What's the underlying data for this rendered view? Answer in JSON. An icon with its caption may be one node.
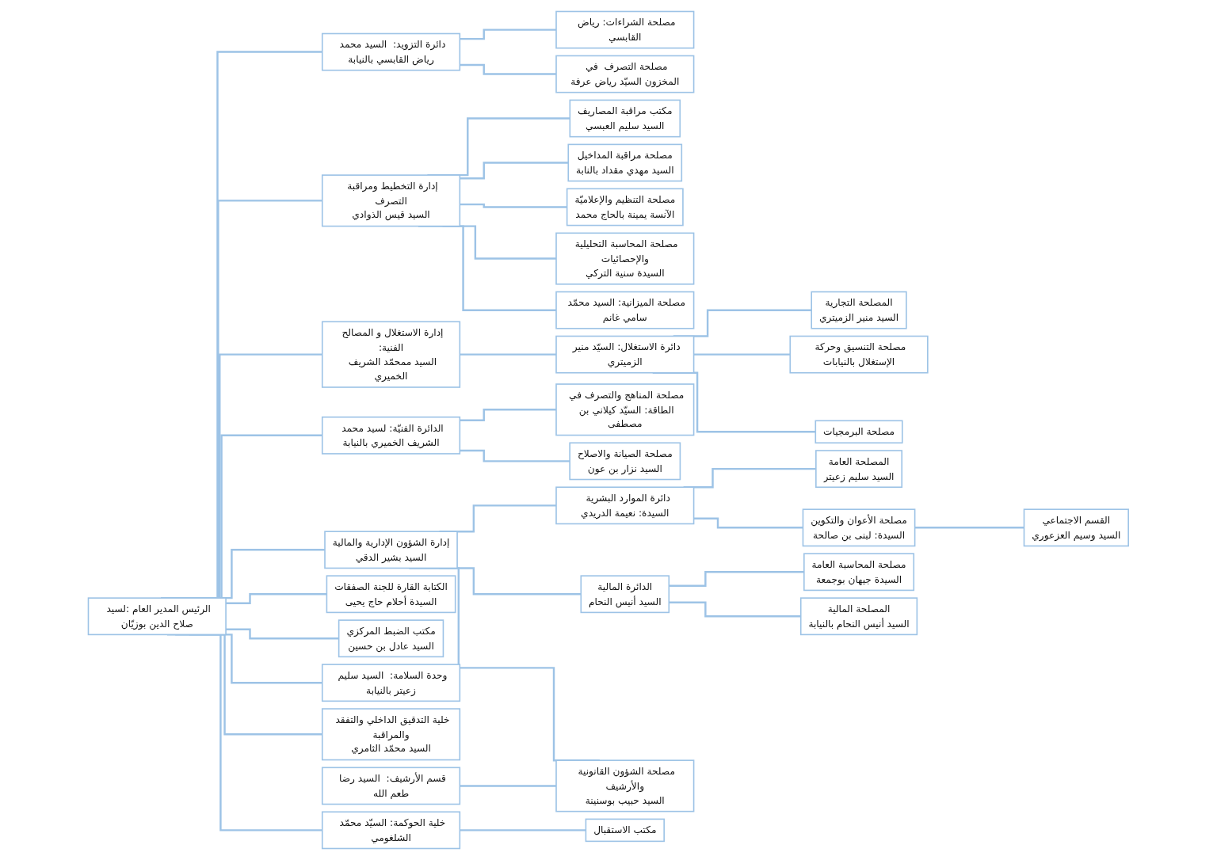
{
  "diagram": {
    "nodes": [
      {
        "text": [
          "الرئيس المدير العام :لسيد صلاح الدين بوزيّان"
        ]
      },
      {
        "text": [
          "خلية الحوكمة: السيّد محمّد الشلغومي"
        ]
      },
      {
        "text": [
          "مكتب الاستقبال"
        ]
      },
      {
        "text": [
          "خلية التدقيق الداخلي والتفقد والمراقبة",
          "السيد محمّد الثامري"
        ]
      },
      {
        "text": [
          "وحدة السلامة:  السيد سليم زعيتر بالنيابة"
        ]
      },
      {
        "text": [
          "مكتب الضبط المركزي",
          "السيد عادل بن حسين"
        ]
      },
      {
        "text": [
          "الكتابة القارة للجنة الصفقات",
          "السيدة أحلام حاج يحيى"
        ]
      },
      {
        "text": [
          "إدارة الشؤون الإدارية والمالية",
          "السيد بشير الدقي"
        ]
      },
      {
        "text": [
          "إدارة الاستغلال و المصالح الفنية:",
          "السيد ممحمّد الشريف الخميري"
        ]
      },
      {
        "text": [
          "إدارة التخطيط ومراقبة التصرف",
          "السيد قيس الذوادي"
        ]
      },
      {
        "text": [
          "دائرة التزويد:  السيد محمد رياض القابسي بالنيابة"
        ]
      },
      {
        "text": [
          "قسم الأرشيف:  السيد رضا طعم الله"
        ]
      },
      {
        "text": [
          "مصلحة الشؤون القانونية والأرشيف",
          "السيد حبيب بوسنينة"
        ]
      },
      {
        "text": [
          "الدائرة الفنيّة: لسيد محمد الشريف الخميري بالنيابة"
        ]
      },
      {
        "text": [
          "دائرة الاستغلال: السيّد منير الزميتري"
        ]
      },
      {
        "text": [
          "مصلحة الميزانية: السيد محمّد سامي غانم"
        ]
      },
      {
        "text": [
          "مصلحة التصرف  في المخزون السيّد رياض عرفة"
        ]
      },
      {
        "text": [
          "مصلحة المحاسبة التحليلية والإحصائيات",
          "السيدة سنية التركي"
        ]
      },
      {
        "text": [
          "مصلحة الشراءات: رياض القابسي"
        ]
      },
      {
        "text": [
          "الدائرة المالية",
          "السيد أنيس النحام"
        ]
      },
      {
        "text": [
          "دائرة الموارد البشرية  السيدة: نعيمة الدريدي"
        ]
      },
      {
        "text": [
          "مصلحة الصيانة والاصلاح",
          "السيد نزار بن عون"
        ]
      },
      {
        "text": [
          "مصلحة المناهج والتصرف في الطاقة: السيّد كيلاني بن مصطفى"
        ]
      },
      {
        "text": [
          "مصلحة البرمجيات"
        ]
      },
      {
        "text": [
          "مصلحة التنظيم والإعلاميّة",
          "الآنسة يمينة بالحاج محمد"
        ]
      },
      {
        "text": [
          "المصلحة المالية",
          "السيد أنيس النحام بالنيابة"
        ]
      },
      {
        "text": [
          "مصلحة الأعوان والتكوين",
          "السيدة: لبنى بن صالحة"
        ]
      },
      {
        "text": [
          "مصلحة التنسيق وحركة الإستغلال بالنيابات"
        ]
      },
      {
        "text": [
          "مصلحة مراقبة المداخيل",
          "السيد مهدي مقداد بالنابة"
        ]
      },
      {
        "text": [
          "مصلحة المحاسبة العامة",
          "السيدة جيهان بوجمعة"
        ]
      },
      {
        "text": [
          "المصلحة العامة",
          "السيد سليم زعيتر"
        ]
      },
      {
        "text": [
          "المصلحة التجارية",
          "السيد منير الزميتري"
        ]
      },
      {
        "text": [
          "مكتب مراقبة المصاريف",
          "السيد سليم العبسي"
        ]
      },
      {
        "text": [
          "القسم الاجتماعي",
          "السيد وسيم العزعوري"
        ]
      }
    ],
    "edges": [
      {
        "from": 0,
        "to": 1,
        "arrow": "none"
      },
      {
        "from": 1,
        "to": 2,
        "arrow": "none"
      },
      {
        "from": 0,
        "to": 3,
        "arrow": "none"
      },
      {
        "from": 0,
        "to": 4,
        "arrow": "none"
      },
      {
        "from": 0,
        "to": 5,
        "arrow": "none"
      },
      {
        "from": 0,
        "to": 6,
        "arrow": "none"
      },
      {
        "from": 0,
        "to": 7,
        "arrow": "none"
      },
      {
        "from": 0,
        "to": 13,
        "arrow": "none"
      },
      {
        "from": 0,
        "to": 8,
        "arrow": "none"
      },
      {
        "from": 0,
        "to": 9,
        "arrow": "none"
      },
      {
        "from": 0,
        "to": 10,
        "arrow": "none"
      },
      {
        "from": 7,
        "to": 12,
        "arrow": "none"
      },
      {
        "from": 11,
        "to": 12,
        "arrow": "none"
      },
      {
        "from": 7,
        "to": 19,
        "arrow": "none"
      },
      {
        "from": 7,
        "to": 20,
        "arrow": "none"
      },
      {
        "from": 8,
        "to": 14,
        "arrow": "none"
      },
      {
        "from": 9,
        "to": 15,
        "arrow": "none"
      },
      {
        "from": 9,
        "to": 17,
        "arrow": "none"
      },
      {
        "from": 9,
        "to": 24,
        "arrow": "none"
      },
      {
        "from": 9,
        "to": 28,
        "arrow": "none"
      },
      {
        "from": 9,
        "to": 32,
        "arrow": "none"
      },
      {
        "from": 10,
        "to": 16,
        "arrow": "none"
      },
      {
        "from": 10,
        "to": 18,
        "arrow": "none"
      },
      {
        "from": 13,
        "to": 21,
        "arrow": "none"
      },
      {
        "from": 13,
        "to": 22,
        "arrow": "none"
      },
      {
        "from": 14,
        "to": 23,
        "arrow": "none"
      },
      {
        "from": 14,
        "to": 27,
        "arrow": "none"
      },
      {
        "from": 14,
        "to": 31,
        "arrow": "none"
      },
      {
        "from": 19,
        "to": 25,
        "arrow": "none"
      },
      {
        "from": 19,
        "to": 29,
        "arrow": "none"
      },
      {
        "from": 20,
        "to": 26,
        "arrow": "none"
      },
      {
        "from": 20,
        "to": 30,
        "arrow": "none"
      },
      {
        "from": 26,
        "to": 33,
        "arrow": "none"
      }
    ]
  }
}
